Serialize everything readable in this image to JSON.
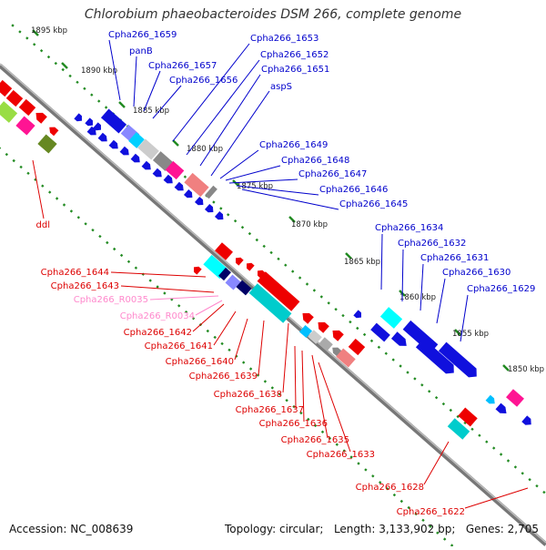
{
  "title": "Chlorobium phaeobacteroides DSM 266, complete genome",
  "footer": {
    "accession": "Accession: NC_008639",
    "topology": "Topology: circular;",
    "length": "Length: 3,133,902 bp;",
    "genes": "Genes: 2,705"
  },
  "colors": {
    "forward_label": "#0000cc",
    "reverse_label": "#dd0000",
    "rna_label": "#ff88cc",
    "tick": "#228b22",
    "backbone": "#888888",
    "leader": "#0000cc"
  },
  "scale_labels": [
    {
      "text": "1895 kbp"
    },
    {
      "text": "1890 kbp"
    },
    {
      "text": "1885 kbp"
    },
    {
      "text": "1880 kbp"
    },
    {
      "text": "1875 kbp"
    },
    {
      "text": "1870 kbp"
    },
    {
      "text": "1865 kbp"
    },
    {
      "text": "1860 kbp"
    },
    {
      "text": "1855 kbp"
    },
    {
      "text": "1850 kbp"
    }
  ],
  "forward_genes": [
    {
      "name": "Cpha266_1659"
    },
    {
      "name": "panB"
    },
    {
      "name": "Cpha266_1657"
    },
    {
      "name": "Cpha266_1656"
    },
    {
      "name": "Cpha266_1653"
    },
    {
      "name": "Cpha266_1652"
    },
    {
      "name": "Cpha266_1651"
    },
    {
      "name": "aspS"
    },
    {
      "name": "Cpha266_1649"
    },
    {
      "name": "Cpha266_1648"
    },
    {
      "name": "Cpha266_1647"
    },
    {
      "name": "Cpha266_1646"
    },
    {
      "name": "Cpha266_1645"
    },
    {
      "name": "Cpha266_1634"
    },
    {
      "name": "Cpha266_1632"
    },
    {
      "name": "Cpha266_1631"
    },
    {
      "name": "Cpha266_1630"
    },
    {
      "name": "Cpha266_1629"
    }
  ],
  "reverse_genes": [
    {
      "name": "ddl"
    },
    {
      "name": "Cpha266_1644"
    },
    {
      "name": "Cpha266_1643"
    },
    {
      "name": "Cpha266_R0035",
      "rna": true
    },
    {
      "name": "Cpha266_R0034",
      "rna": true
    },
    {
      "name": "Cpha266_1642"
    },
    {
      "name": "Cpha266_1641"
    },
    {
      "name": "Cpha266_1640"
    },
    {
      "name": "Cpha266_1639"
    },
    {
      "name": "Cpha266_1638"
    },
    {
      "name": "Cpha266_1637"
    },
    {
      "name": "Cpha266_1636"
    },
    {
      "name": "Cpha266_1635"
    },
    {
      "name": "Cpha266_1633"
    },
    {
      "name": "Cpha266_1628"
    },
    {
      "name": "Cpha266_1622"
    }
  ]
}
